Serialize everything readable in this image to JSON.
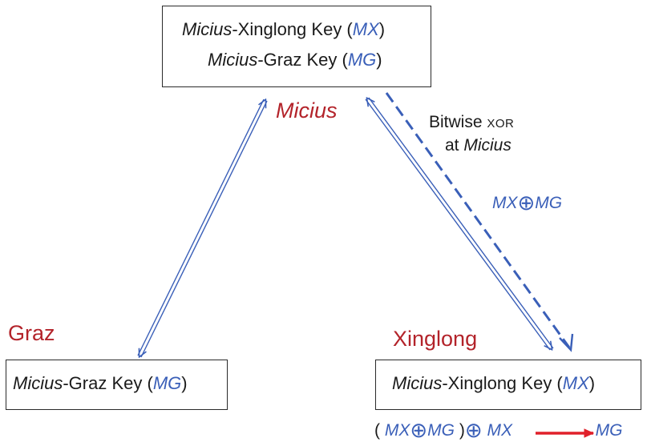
{
  "boxes": {
    "micius": {
      "line1": {
        "italic": "Micius",
        "text": "-Xinglong Key (",
        "key": "MX",
        "close": ")"
      },
      "line2": {
        "italic": "Micius",
        "text": "-Graz Key (",
        "key": "MG",
        "close": ")"
      }
    },
    "graz": {
      "line1": {
        "italic": "Micius",
        "text": "-Graz Key (",
        "key": "MG",
        "close": ")"
      }
    },
    "xinglong": {
      "line1": {
        "italic": "Micius",
        "text": "-Xinglong Key (",
        "key": "MX",
        "close": ")"
      }
    }
  },
  "labels": {
    "micius": "Micius",
    "graz": "Graz",
    "xinglong": "Xinglong"
  },
  "notes": {
    "bitwise": "Bitwise",
    "xor_word": "XOR",
    "at": "at",
    "at_site": "Micius"
  },
  "expressions": {
    "mid": {
      "a": "MX",
      "op": "⊕",
      "b": "MG"
    },
    "bottom": {
      "open": "(",
      "a": "MX",
      "op1": "⊕",
      "b": "MG",
      "close": ")",
      "op2": "⊕",
      "c": "MX",
      "result": "MG"
    }
  },
  "colors": {
    "link": "#3a5fb8",
    "site_label": "#b3232a",
    "result_arrow": "#e0202a",
    "box_border": "#2a2a2a"
  }
}
